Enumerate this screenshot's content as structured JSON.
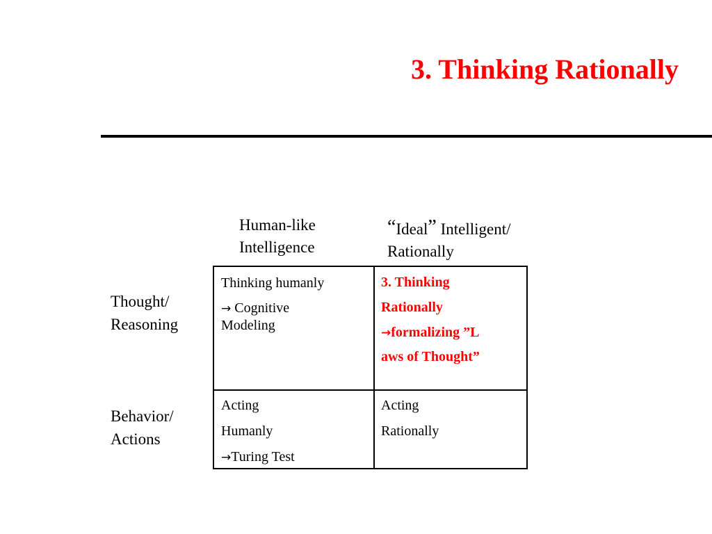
{
  "slide": {
    "title": "3. Thinking Rationally",
    "accent_color": "#ff0000"
  },
  "columns": {
    "human": {
      "line1": "Human-like",
      "line2": "Intelligence"
    },
    "ideal": {
      "open_quote": "“",
      "line1_word": "Ideal",
      "close_quote": "”",
      "line1_rest": " Intelligent/",
      "line2": "Rationally"
    }
  },
  "rows": {
    "thought": {
      "line1": "Thought/",
      "line2": "Reasoning"
    },
    "behavior": {
      "line1": "Behavior/",
      "line2": "Actions"
    }
  },
  "cells": {
    "thinking_humanly": {
      "line1": "Thinking humanly",
      "arrow": "→",
      "line2": " Cognitive",
      "line3": "Modeling"
    },
    "thinking_rationally": {
      "line1": "3. Thinking",
      "line2": "Rationally",
      "arrow": "→",
      "line3": "formalizing ”L",
      "line4": "aws of Thought”"
    },
    "acting_humanly": {
      "line1": "Acting",
      "line2": "Humanly",
      "arrow": "→",
      "line3": "Turing Test"
    },
    "acting_rationally": {
      "line1": "Acting",
      "line2": "Rationally"
    }
  }
}
